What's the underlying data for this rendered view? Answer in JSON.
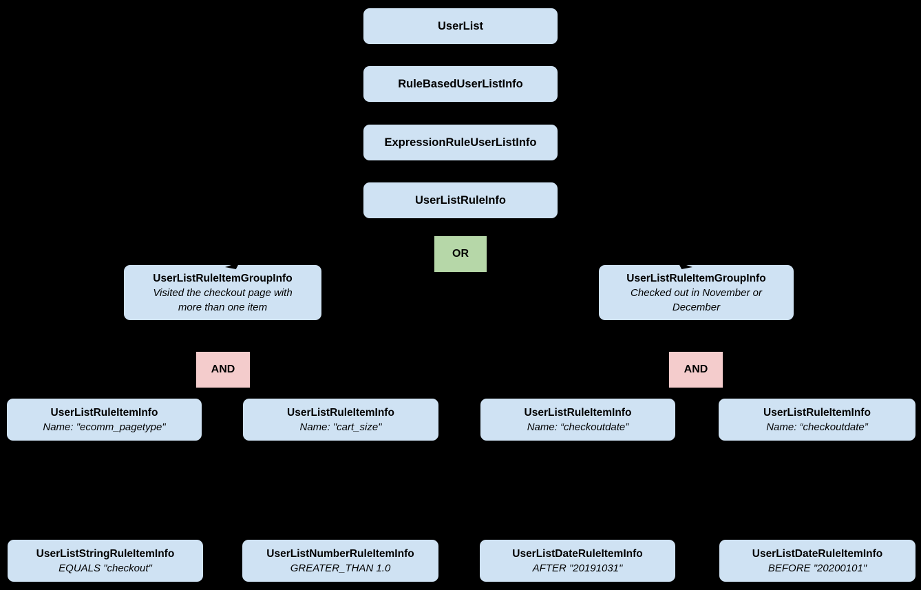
{
  "diagram": {
    "background_color": "#000000",
    "node_fill_color": "#cfe2f3",
    "or_fill_color": "#b6d7a8",
    "and_fill_color": "#f4cccc",
    "text_color": "#000000",
    "chain": [
      {
        "label": "UserList"
      },
      {
        "label": "RuleBasedUserListInfo"
      },
      {
        "label": "ExpressionRuleUserListInfo"
      },
      {
        "label": "UserListRuleInfo"
      }
    ],
    "or_label": "OR",
    "and_label": "AND",
    "groups": [
      {
        "title": "UserListRuleItemGroupInfo",
        "description": "Visited the checkout page with more than one item"
      },
      {
        "title": "UserListRuleItemGroupInfo",
        "description": "Checked out in November or December"
      }
    ],
    "rule_items": [
      {
        "title": "UserListRuleItemInfo",
        "subtitle": "Name: \"ecomm_pagetype\""
      },
      {
        "title": "UserListRuleItemInfo",
        "subtitle": "Name: \"cart_size\""
      },
      {
        "title": "UserListRuleItemInfo",
        "subtitle": "Name: “checkoutdate”"
      },
      {
        "title": "UserListRuleItemInfo",
        "subtitle": "Name: “checkoutdate”"
      }
    ],
    "operand_items": [
      {
        "title": "UserListStringRuleItemInfo",
        "subtitle": "EQUALS \"checkout\""
      },
      {
        "title": "UserListNumberRuleItemInfo",
        "subtitle": "GREATER_THAN 1.0"
      },
      {
        "title": "UserListDateRuleItemInfo",
        "subtitle": "AFTER \"20191031\""
      },
      {
        "title": "UserListDateRuleItemInfo",
        "subtitle": "BEFORE \"20200101\""
      }
    ]
  }
}
